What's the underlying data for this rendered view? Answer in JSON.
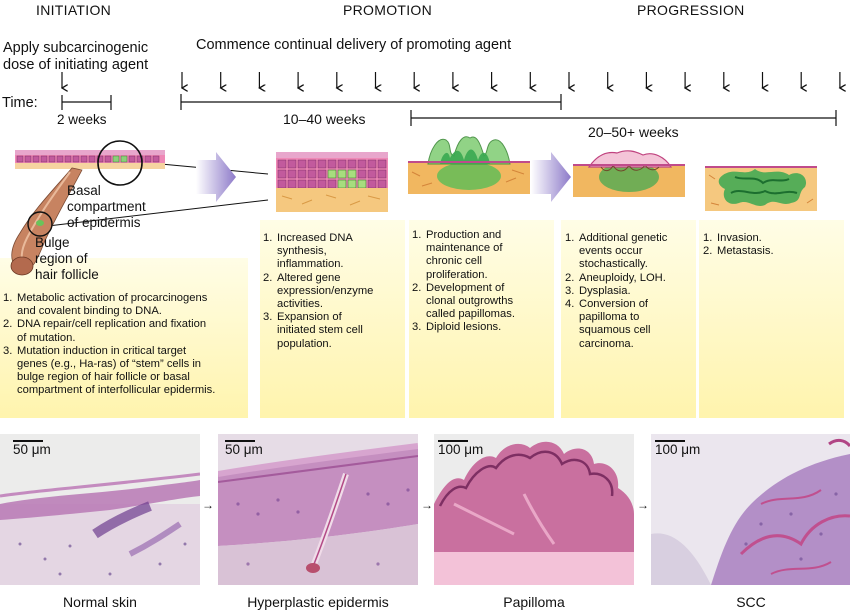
{
  "stages": {
    "initiation": "INITIATION",
    "promotion": "PROMOTION",
    "progression": "PROGRESSION"
  },
  "apply_text": [
    "Apply subcarcinogenic",
    "dose of initiating agent"
  ],
  "commence_text": "Commence continual delivery of promoting agent",
  "time_label": "Time:",
  "durations": {
    "initiation": "2 weeks",
    "promotion": "10–40 weeks",
    "progression": "20–50+ weeks"
  },
  "hair_labels": {
    "basal": [
      "Basal",
      "compartment",
      "of epidermis"
    ],
    "bulge": [
      "Bulge",
      "region of",
      "hair follicle"
    ]
  },
  "lists": {
    "initiation": [
      {
        "n": "1.",
        "lines": [
          "Metabolic activation of procarcinogens",
          "and covalent binding to DNA."
        ]
      },
      {
        "n": "2.",
        "lines": [
          "DNA repair/cell replication and fixation",
          "of mutation."
        ]
      },
      {
        "n": "3.",
        "lines": [
          "Mutation induction in critical target",
          "genes (e.g., Ha-ras) of “stem” cells in",
          "bulge region of hair follicle or basal",
          "compartment of interfollicular epidermis."
        ]
      }
    ],
    "promotion_a": [
      {
        "n": "1.",
        "lines": [
          "Increased DNA",
          "synthesis,",
          "inflammation."
        ]
      },
      {
        "n": "2.",
        "lines": [
          "Altered gene",
          "expression/enzyme",
          "activities."
        ]
      },
      {
        "n": "3.",
        "lines": [
          "Expansion of",
          "initiated stem cell",
          "population."
        ]
      }
    ],
    "promotion_b": [
      {
        "n": "1.",
        "lines": [
          "Production and",
          "maintenance of",
          "chronic cell",
          "proliferation."
        ]
      },
      {
        "n": "2.",
        "lines": [
          "Development of",
          "clonal outgrowths",
          "called papillomas."
        ]
      },
      {
        "n": "3.",
        "lines": [
          "Diploid lesions."
        ]
      }
    ],
    "progression_a": [
      {
        "n": "1.",
        "lines": [
          "Additional genetic",
          "events occur",
          "stochastically."
        ]
      },
      {
        "n": "2.",
        "lines": [
          "Aneuploidy, LOH."
        ]
      },
      {
        "n": "3.",
        "lines": [
          "Dysplasia."
        ]
      },
      {
        "n": "4.",
        "lines": [
          "Conversion of",
          "papilloma to",
          "squamous cell",
          "carcinoma."
        ]
      }
    ],
    "progression_b": [
      {
        "n": "1.",
        "lines": [
          "Invasion."
        ]
      },
      {
        "n": "2.",
        "lines": [
          "Metastasis."
        ]
      }
    ]
  },
  "micrographs": [
    {
      "scale": "50 μm",
      "caption": "Normal skin"
    },
    {
      "scale": "50 μm",
      "caption": "Hyperplastic epidermis"
    },
    {
      "scale": "100 μm",
      "caption": "Papilloma"
    },
    {
      "scale": "100 μm",
      "caption": "SCC"
    }
  ],
  "colors": {
    "panel_top": "#fffde6",
    "panel_bottom": "#fff4ad",
    "stage_arrow": "#8d7ac9",
    "tissue_pink": "#c25a9d",
    "dermis": "#f1b760",
    "lesion_green": "#3aa851",
    "he_stain": "#c58fc0"
  }
}
